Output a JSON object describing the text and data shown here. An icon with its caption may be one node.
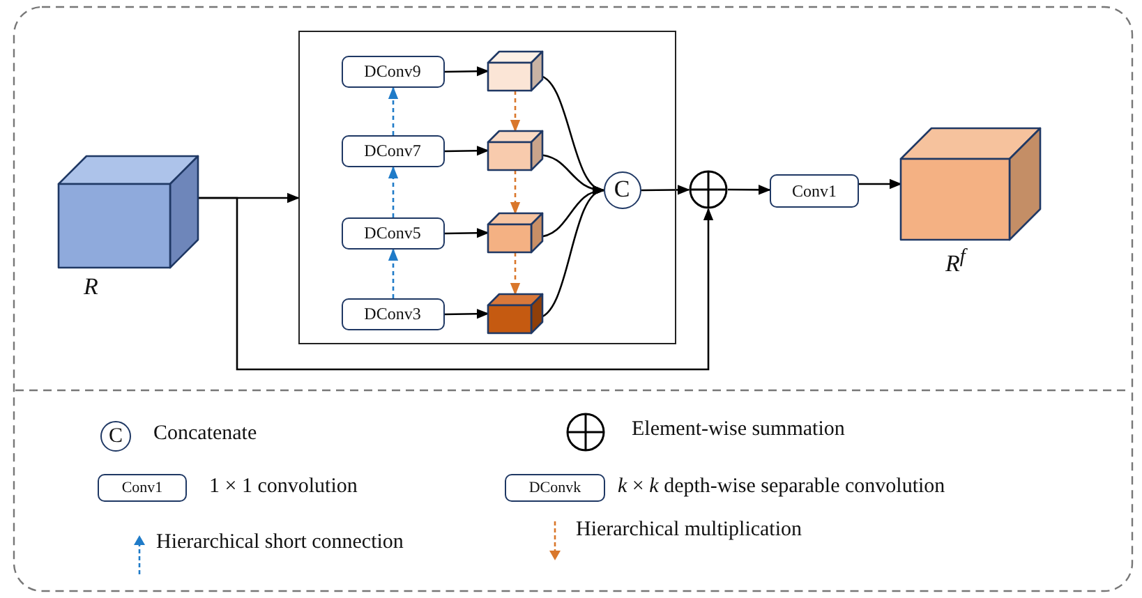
{
  "diagram": {
    "nodes": [
      {
        "text": [],
        "shape": "cube",
        "beside": [
          "R"
        ]
      },
      {
        "text": [],
        "shape": "box"
      },
      {
        "text": [
          "DConv9"
        ],
        "in": 1
      },
      {
        "text": [
          "DConv7"
        ],
        "in": 1
      },
      {
        "text": [
          "DConv5"
        ],
        "in": 1
      },
      {
        "text": [
          "DConv3"
        ],
        "in": 1
      },
      {
        "text": [],
        "shape": "cube",
        "in": 1
      },
      {
        "text": [],
        "shape": "cube",
        "in": 1
      },
      {
        "text": [],
        "shape": "cube",
        "in": 1
      },
      {
        "text": [],
        "shape": "cube",
        "in": 1
      },
      {
        "text": [
          "C"
        ],
        "in": 1
      },
      {
        "text": [],
        "shape": "circle"
      },
      {
        "text": [
          "Conv1"
        ]
      },
      {
        "text": [],
        "shape": "cube",
        "beside": [
          "R$^{f}$"
        ]
      }
    ],
    "edges": [
      {
        "from": 0,
        "to": 1,
        "arrow": "to"
      },
      {
        "from": 0,
        "to": 11,
        "arrow": "to"
      },
      {
        "from": 2,
        "to": 6,
        "arrow": "to"
      },
      {
        "from": 3,
        "to": 7,
        "arrow": "to"
      },
      {
        "from": 4,
        "to": 8,
        "arrow": "to"
      },
      {
        "from": 5,
        "to": 9,
        "arrow": "to"
      },
      {
        "from": 5,
        "to": 4,
        "arrow": "to",
        "style": "dashed",
        "color": "#1f7bc8"
      },
      {
        "from": 4,
        "to": 3,
        "arrow": "to",
        "style": "dashed",
        "color": "#1f7bc8"
      },
      {
        "from": 3,
        "to": 2,
        "arrow": "to",
        "style": "dashed",
        "color": "#1f7bc8"
      },
      {
        "from": 6,
        "to": 7,
        "arrow": "to",
        "style": "dashed",
        "color": "#d9772b"
      },
      {
        "from": 7,
        "to": 8,
        "arrow": "to",
        "style": "dashed",
        "color": "#d9772b"
      },
      {
        "from": 8,
        "to": 9,
        "arrow": "to",
        "style": "dashed",
        "color": "#d9772b"
      },
      {
        "from": 6,
        "to": 10,
        "arrow": "to"
      },
      {
        "from": 7,
        "to": 10,
        "arrow": "to"
      },
      {
        "from": 8,
        "to": 10,
        "arrow": "to"
      },
      {
        "from": 9,
        "to": 10,
        "arrow": "to"
      },
      {
        "from": 10,
        "to": 11,
        "arrow": "to"
      },
      {
        "from": 11,
        "to": 12,
        "arrow": "to"
      },
      {
        "from": 12,
        "to": 13,
        "arrow": "to"
      }
    ],
    "labels": [
      "C",
      "Conv1",
      "DConvk"
    ],
    "legend": [
      {
        "text": "Concatenate"
      },
      {
        "text": "Element-wise summation"
      },
      {
        "text": "1 × 1 convolution"
      },
      {
        "text": "*k* × *k* depth-wise separable convolution"
      },
      {
        "text": "Hierarchical short connection"
      },
      {
        "text": "Hierarchical multiplication"
      }
    ]
  }
}
